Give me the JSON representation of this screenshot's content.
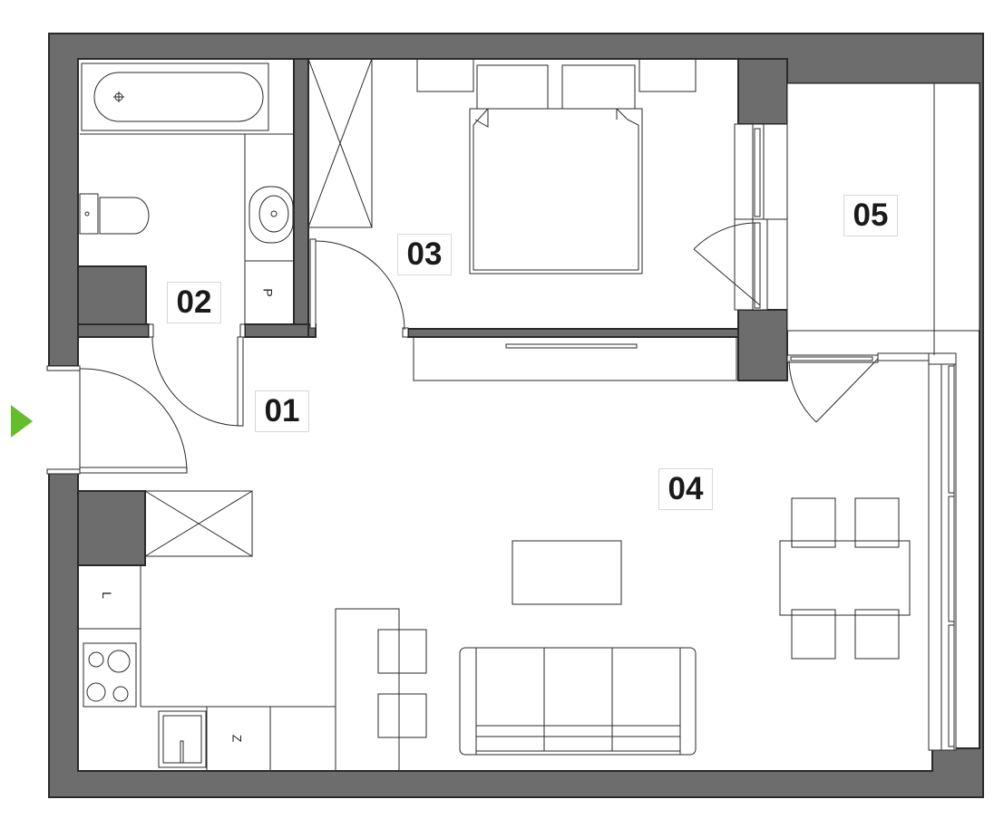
{
  "colors": {
    "wall": "#6d6d6d",
    "line": "#2a2a2a",
    "entry_marker": "#64bd2b",
    "background": "#ffffff"
  },
  "entry_marker": {
    "icon": "entry-arrow-icon"
  },
  "rooms": [
    {
      "id": "01",
      "label": "01"
    },
    {
      "id": "02",
      "label": "02"
    },
    {
      "id": "03",
      "label": "03"
    },
    {
      "id": "04",
      "label": "04"
    },
    {
      "id": "05",
      "label": "05"
    }
  ],
  "fixtures": {
    "washer_label": "P",
    "fridge_label": "L",
    "dishwasher_label": "Z"
  }
}
